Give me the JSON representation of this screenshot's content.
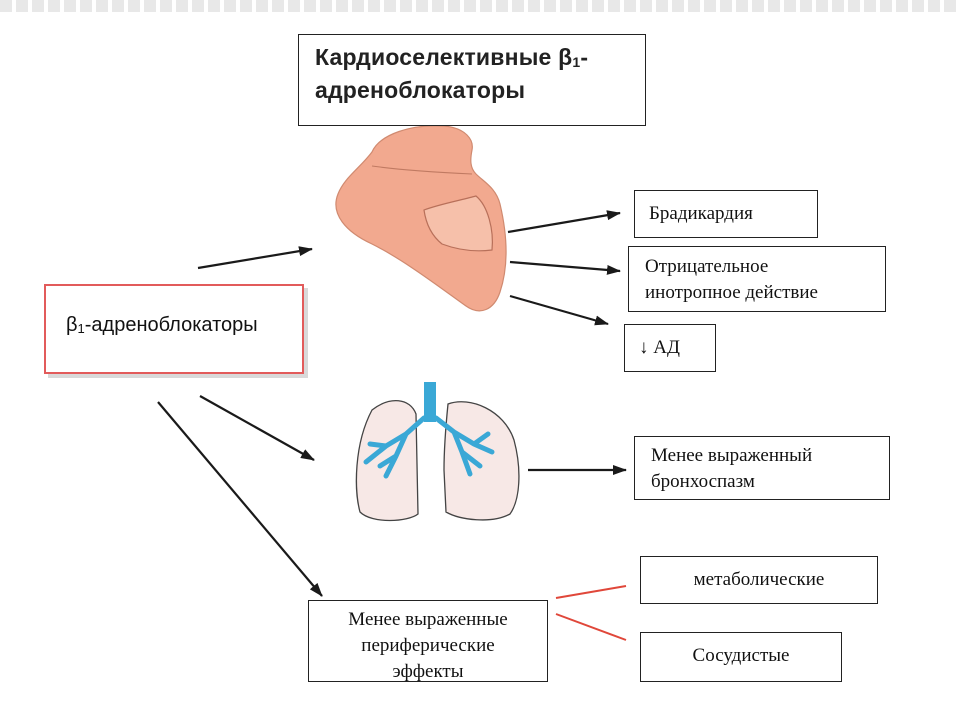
{
  "title_line1": "Кардиоселективные β",
  "title_sub": "1",
  "title_dash": "-",
  "title_line2": "адреноблокаторы",
  "left_prefix": "β",
  "left_sub": "1",
  "left_suffix": "-адреноблокаторы",
  "brady": "Брадикардия",
  "ino_line1": "Отрицательное",
  "ino_line2": "инотропное действие",
  "ad": "↓ АД",
  "bronch_line1": "Менее выраженный",
  "bronch_line2": "бронхоспазм",
  "periph_line1": "Менее выраженные",
  "periph_line2": "периферические",
  "periph_line3": "эффекты",
  "metab": "метаболические",
  "vasc": "Сосудистые",
  "colors": {
    "heart": "#f2a98f",
    "heart_dark": "#e89c80",
    "lung_fill": "#f7e8e6",
    "bronchi": "#3aa8d6",
    "red_box": "#e25b5b",
    "red_line": "#e0473a",
    "arrow": "#1a1a1a"
  }
}
